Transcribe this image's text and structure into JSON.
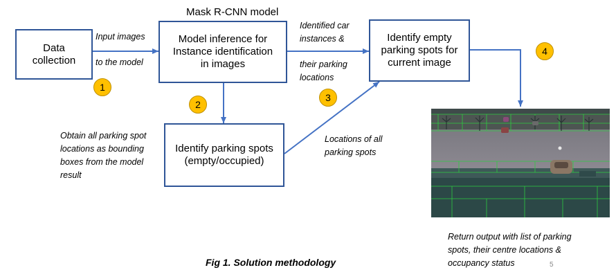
{
  "header": {
    "title": "Mask R-CNN model"
  },
  "boxes": {
    "data_collection": "Data\ncollection",
    "model_inference": "Model inference for\nInstance identification\nin images",
    "identify_empty": "Identify empty\nparking spots for\ncurrent image",
    "identify_spots": "Identify parking spots\n(empty/occupied)"
  },
  "labels": {
    "input_images": "Input images",
    "to_the_model": "to the model",
    "identified_cars": "Identified car\ninstances &",
    "parking_locations": "their parking\nlocations",
    "obtain_spots": "Obtain all parking spot\nlocations as bounding\nboxes from the model\nresult",
    "locations_all": "Locations of all\nparking spots",
    "return_output": "Return output with list of parking\nspots, their centre locations &\noccupancy status"
  },
  "steps": [
    "1",
    "2",
    "3",
    "4"
  ],
  "caption": "Fig 1. Solution methodology",
  "page_number": "5",
  "colors": {
    "box_border": "#2F5597",
    "arrow": "#4472C4",
    "badge_fill": "#FFC000",
    "badge_border": "#BF9000",
    "parking_grid": "#2ECC40"
  }
}
